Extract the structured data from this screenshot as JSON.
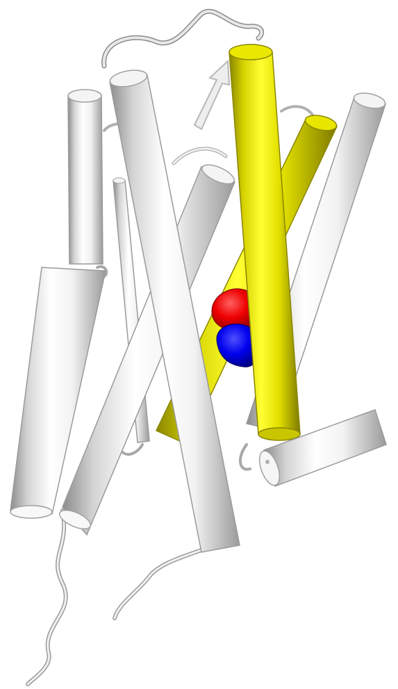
{
  "figure": {
    "background": "#ffffff",
    "colors": {
      "helix_grey": "#e6e6e6",
      "helix_highlight": "#e3e000",
      "loop": "#d9d9d9",
      "atom_red": "#ee0000",
      "atom_blue": "#0000ee"
    },
    "elements": [
      "helix-tm1",
      "helix-tm2",
      "helix-tm3",
      "helix-tm4",
      "helix-tm5",
      "helix-tm6",
      "helix-tm7",
      "helix-8",
      "extracellular-loops",
      "intracellular-loops",
      "n-terminus-tail",
      "c-terminus-tail",
      "beta-strand-arrow",
      "ligand-red-atom",
      "ligand-blue-atom"
    ]
  }
}
